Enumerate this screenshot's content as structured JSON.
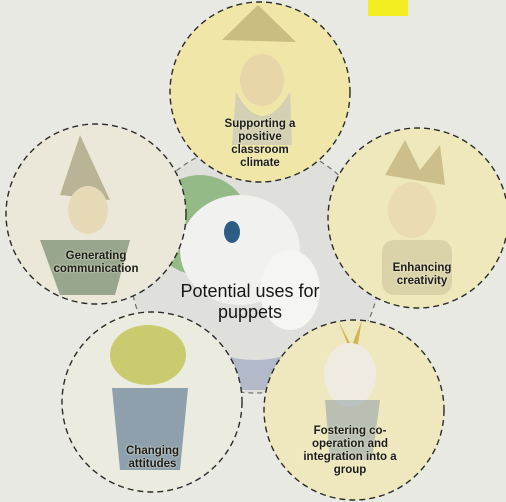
{
  "center": {
    "title": "Potential uses for puppets"
  },
  "nodes": [
    {
      "id": "top",
      "label": "Supporting a positive classroom climate"
    },
    {
      "id": "left",
      "label": "Generating communication"
    },
    {
      "id": "right",
      "label": "Enhancing creativity"
    },
    {
      "id": "bottom-left",
      "label": "Changing attitudes"
    },
    {
      "id": "bottom-right",
      "label": "Fostering co-operation and integration into a group"
    }
  ],
  "colors": {
    "background": "#e9e9e4",
    "circle_fill": "#f1edc9",
    "circle_border": "#2a2a2a",
    "sticky_note": "#f3ee22"
  }
}
